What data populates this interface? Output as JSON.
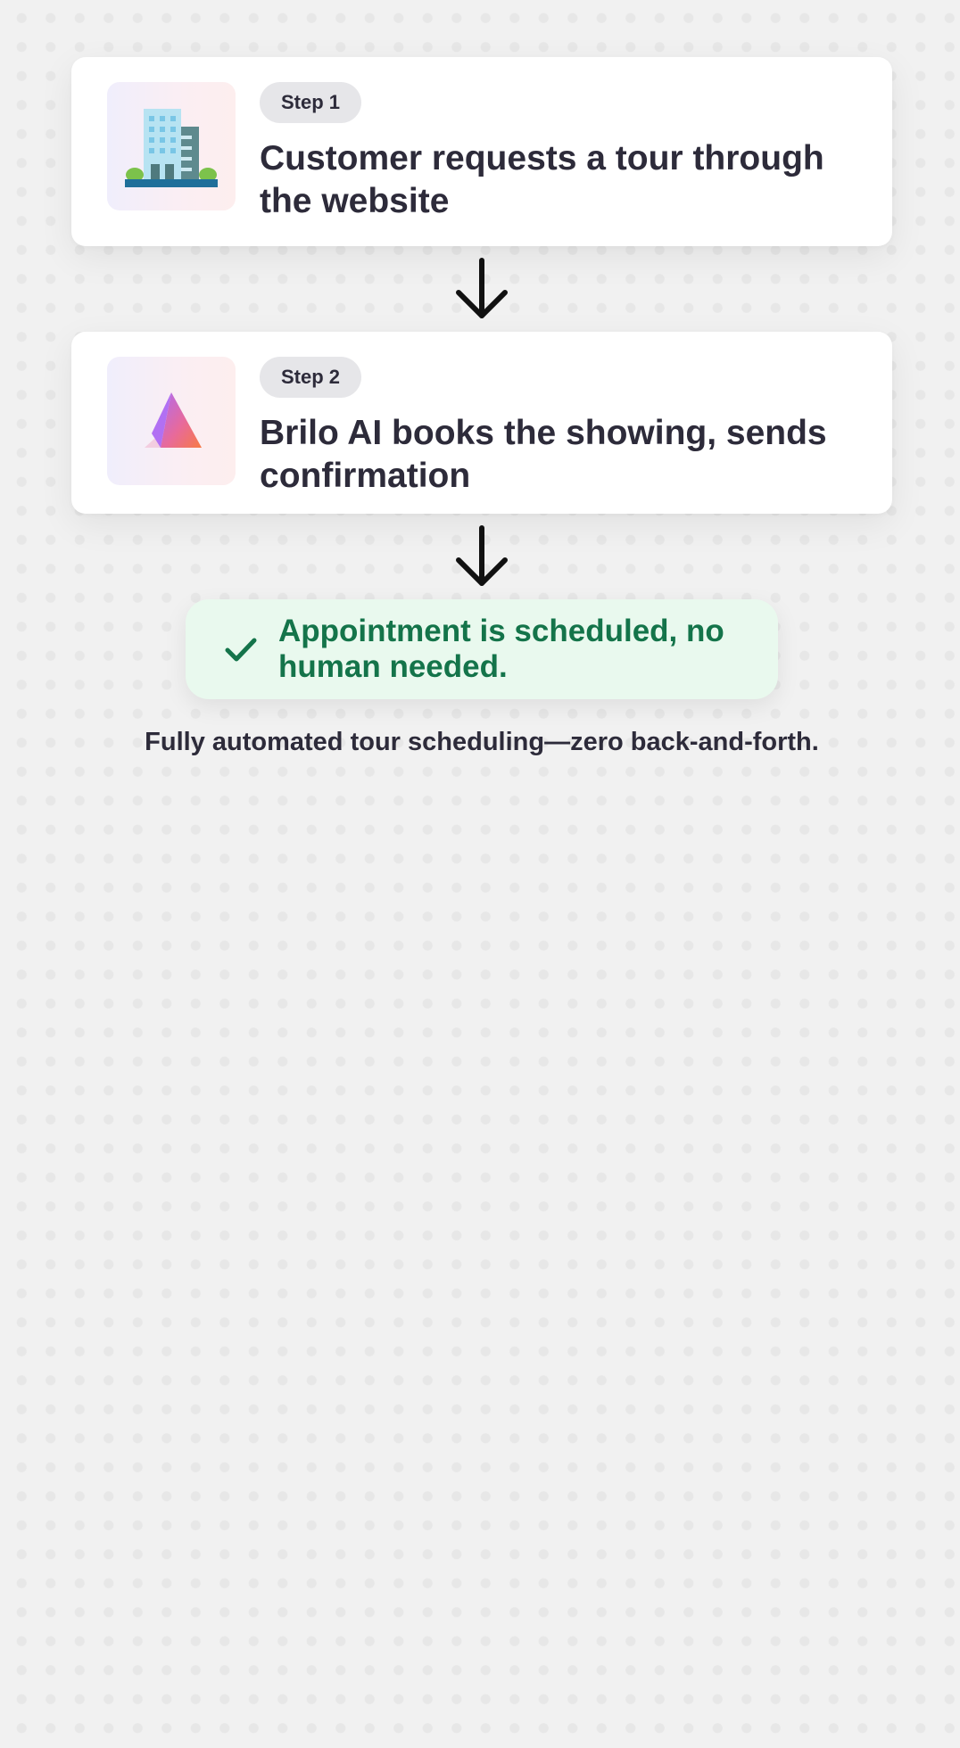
{
  "steps": [
    {
      "label": "Step 1",
      "title": "Customer requests a tour through the website",
      "icon": "office-building-icon"
    },
    {
      "label": "Step 2",
      "title": "Brilo AI books the showing, sends confirmation",
      "icon": "brilo-logo-icon"
    }
  ],
  "result": {
    "icon": "checkmark-icon",
    "text": "Appointment is scheduled, no human needed.",
    "color": "#14744a",
    "background": "#e9f9ee"
  },
  "caption": "Fully automated tour scheduling—zero back-and-forth."
}
